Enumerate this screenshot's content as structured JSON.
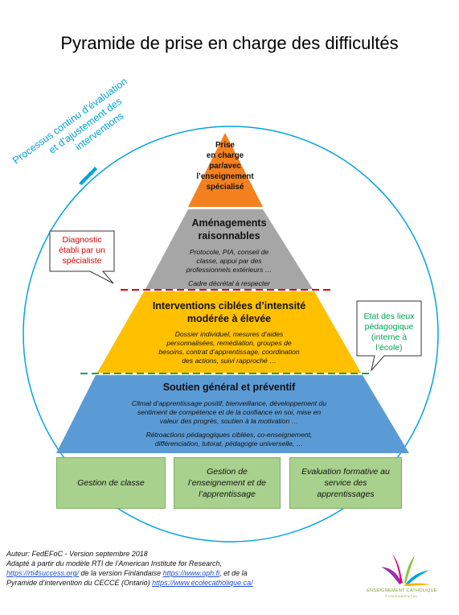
{
  "title": "Pyramide de prise en charge des difficultés",
  "cycle_label": {
    "line1": "Processus continu d’évaluation",
    "line2": "et d’ajustement des",
    "line3": "interventions"
  },
  "tiers": [
    {
      "heading_lines": [
        "Prise",
        "en charge",
        "par/avec",
        "l’enseignement",
        "spécialisé"
      ],
      "body_lines": [],
      "color": "#f4811f"
    },
    {
      "heading_lines": [
        "Aménagements",
        "raisonnables"
      ],
      "body_lines": [
        "Protocole, PIA, conseil de",
        "classe, appui par des",
        "professionnels extérieurs …",
        "",
        "Cadre décrétal à respecter"
      ],
      "color": "#a6a6a6"
    },
    {
      "heading_lines": [
        "Interventions ciblées d’intensité",
        "modérée à élevée"
      ],
      "body_lines": [
        "Dossier individuel, mesures d’aides",
        "personnalisées, remédiation, groupes de",
        "besoins, contrat d’apprentissage, coordination",
        "des actions, suivi rapproché …"
      ],
      "color": "#ffc000"
    },
    {
      "heading_lines": [
        "Soutien général et préventif"
      ],
      "body_lines": [
        "Climat d’apprentissage positif, bienveillance, développement du",
        "sentiment de compétence et de la confiance en soi, mise en",
        "valeur des progrès, soutien à la motivation …",
        "",
        "Rétroactions pédagogiques ciblées, co-enseignement,",
        "différenciation, tutorat, pédagogie universelle, …"
      ],
      "color": "#5b9bd5"
    }
  ],
  "callouts": {
    "diagnostic": {
      "lines": [
        "Diagnostic",
        "établi par un",
        "spécialiste"
      ],
      "color": "#e00000"
    },
    "etat": {
      "lines": [
        "Etat des lieux",
        "pédagogique",
        "(interne à l’école)"
      ],
      "color": "#00a651"
    }
  },
  "boxes": [
    "Gestion de classe",
    "Gestion de l’enseignement et de l’apprentissage",
    "Evaluation formative au service des apprentissages"
  ],
  "footer": {
    "line1": "Auteur: FedEFoC - Version septembre 2018",
    "line2": "Adapté à partir du modèle RTI de l’American Institute for Research,",
    "link1": "https://rti4success.org/",
    "mid1": " de la version Finlandaise ",
    "link2": "https://www.oph.fi",
    "mid2": ", et de la",
    "line4_prefix": "Pyramide d’intervention du CECCE (Ontario) ",
    "link3": "https://www.ecolecatholique.ca/"
  },
  "logo": {
    "text": "ENSEIGNEMENT CATHOLIQUE",
    "subtext": "FONDAMENTAL"
  },
  "colors": {
    "circle": "#00a3e0",
    "arrow": "#00a3e0",
    "dashed_red": "#e00000",
    "dashed_green": "#00a651",
    "box_green": "#a9d18e"
  }
}
